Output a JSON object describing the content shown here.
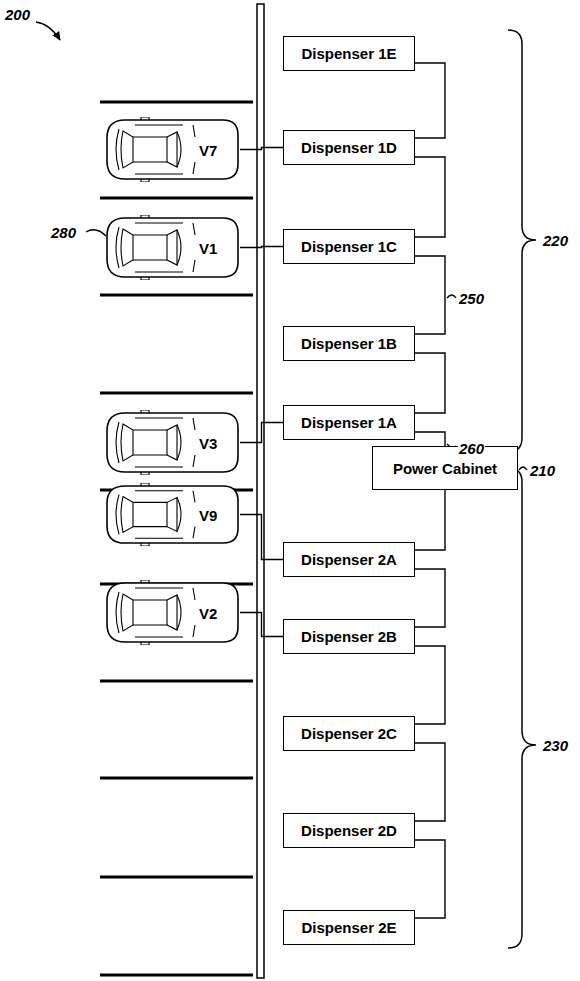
{
  "diagram": {
    "nodes": [
      {
        "text": [
          "Dispenser 1E"
        ]
      },
      {
        "text": [
          "V7"
        ]
      },
      {
        "text": [
          "Dispenser 1D"
        ]
      },
      {
        "text": [
          "V1"
        ]
      },
      {
        "text": [
          "Dispenser 1C"
        ]
      },
      {
        "text": [
          "Dispenser 1B"
        ]
      },
      {
        "text": [
          "V3"
        ]
      },
      {
        "text": [
          "Dispenser 1A"
        ]
      },
      {
        "text": [
          "Power Cabinet"
        ]
      },
      {
        "text": [
          "V9"
        ]
      },
      {
        "text": [
          "Dispenser 2A"
        ]
      },
      {
        "text": [
          "V2"
        ]
      },
      {
        "text": [
          "Dispenser 2B"
        ]
      },
      {
        "text": [
          "Dispenser 2C"
        ]
      },
      {
        "text": [
          "Dispenser 2D"
        ]
      },
      {
        "text": [
          "Dispenser 2E"
        ]
      }
    ],
    "edges": [
      {
        "from": 0,
        "to": 2,
        "arrow": "none"
      },
      {
        "from": 2,
        "to": 4,
        "arrow": "none"
      },
      {
        "from": 4,
        "to": 5,
        "arrow": "none"
      },
      {
        "from": 5,
        "to": 7,
        "arrow": "none"
      },
      {
        "from": 7,
        "to": 8,
        "arrow": "none"
      },
      {
        "from": 8,
        "to": 10,
        "arrow": "none"
      },
      {
        "from": 10,
        "to": 12,
        "arrow": "none"
      },
      {
        "from": 12,
        "to": 13,
        "arrow": "none"
      },
      {
        "from": 13,
        "to": 14,
        "arrow": "none"
      },
      {
        "from": 14,
        "to": 15,
        "arrow": "none"
      },
      {
        "from": 1,
        "to": 2,
        "arrow": "none"
      },
      {
        "from": 3,
        "to": 4,
        "arrow": "none"
      },
      {
        "from": 6,
        "to": 7,
        "arrow": "none"
      },
      {
        "from": 9,
        "to": 10,
        "arrow": "none"
      },
      {
        "from": 11,
        "to": 12,
        "arrow": "none"
      }
    ],
    "labels": [
      "200",
      "280",
      "250",
      "260",
      "210",
      "220",
      "230"
    ]
  }
}
